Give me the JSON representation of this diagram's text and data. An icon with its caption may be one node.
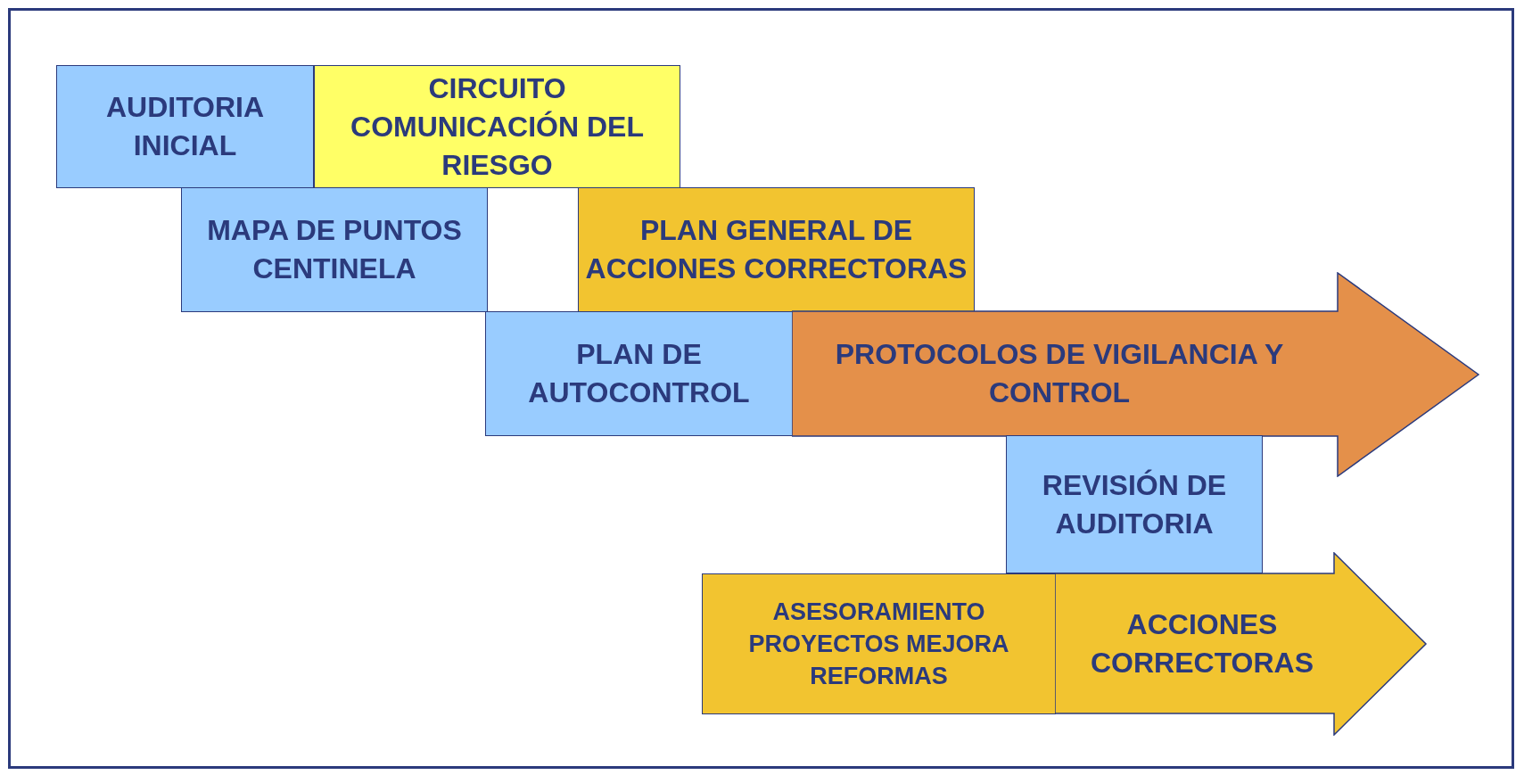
{
  "diagram": {
    "nodes": [
      {
        "text": [
          "AUDITORIA INICIAL"
        ]
      },
      {
        "text": [
          "CIRCUITO COMUNICACIÓN DEL RIESGO"
        ]
      },
      {
        "text": [
          "MAPA DE PUNTOS CENTINELA"
        ]
      },
      {
        "text": [
          "PLAN GENERAL DE ACCIONES CORRECTORAS"
        ]
      },
      {
        "text": [
          "PLAN DE AUTOCONTROL"
        ]
      },
      {
        "text": [
          "PROTOCOLOS DE VIGILANCIA Y CONTROL"
        ]
      },
      {
        "text": [
          "REVISIÓN DE AUDITORIA"
        ]
      },
      {
        "text": [
          "ASESORAMIENTO PROYECTOS MEJORA REFORMAS"
        ]
      },
      {
        "text": [
          "ACCIONES CORRECTORAS"
        ]
      }
    ]
  }
}
